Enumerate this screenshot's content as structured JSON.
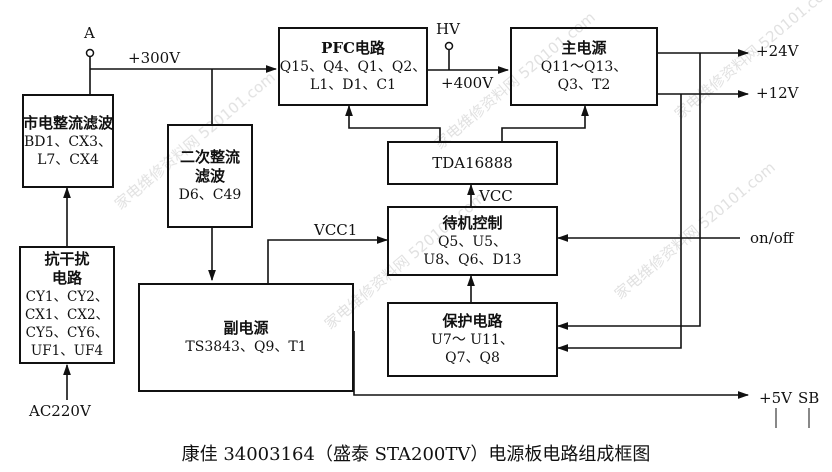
{
  "diagram": {
    "caption": "康佳 34003164（盛泰 STA200TV）电源板电路组成框图",
    "watermark": {
      "text": "家电维修资料网 520101.com",
      "color": "#c9c9c9"
    },
    "line_color": "#111111",
    "labels": {
      "node_a": "A",
      "v300": "+300V",
      "hv": "HV",
      "v400": "+400V",
      "out_24v": "+24V",
      "out_12v": "+12V",
      "vcc": "VCC",
      "vcc1": "VCC1",
      "on_off": "on/off",
      "out_5v": "+5V",
      "out_sb": "SB",
      "ac_in": "AC220V"
    },
    "blocks": {
      "mains": {
        "title": "市电整流滤波",
        "lines": [
          "BD1、CX3、",
          "L7、CX4"
        ]
      },
      "emi": {
        "title": [
          "抗干扰",
          "电路"
        ],
        "lines": [
          "CY1、CY2、",
          "CX1、CX2、",
          "CY5、CY6、",
          "UF1、UF4"
        ]
      },
      "sec_rect": {
        "title": [
          "二次整流",
          "滤波"
        ],
        "lines": [
          "D6、C49"
        ]
      },
      "pfc": {
        "title": "PFC电路",
        "lines": [
          "Q15、Q4、Q1、Q2、",
          "L1、D1、C1"
        ]
      },
      "main_psu": {
        "title": "主电源",
        "lines": [
          "Q11～Q13、",
          "Q3、T2"
        ]
      },
      "tda": {
        "title": "TDA16888"
      },
      "standby_ctrl": {
        "title": "待机控制",
        "lines": [
          "Q5、U5、",
          "U8、Q6、D13"
        ]
      },
      "protect": {
        "title": "保护电路",
        "lines": [
          "U7～ U11、",
          "Q7、Q8"
        ]
      },
      "aux_psu": {
        "title": "副电源",
        "lines": [
          "TS3843、Q9、T1"
        ]
      }
    }
  }
}
